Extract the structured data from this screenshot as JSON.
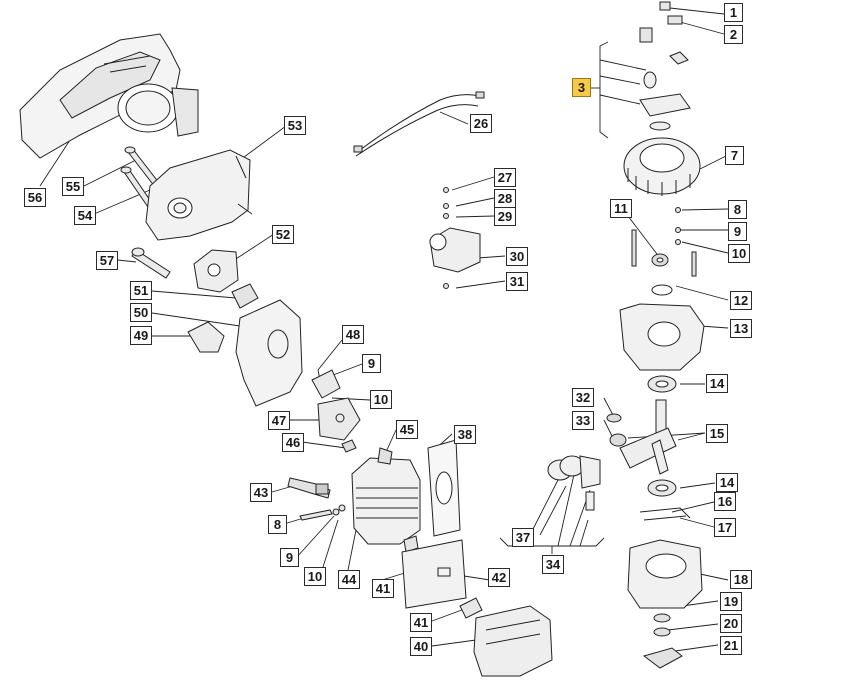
{
  "diagram": {
    "highlight_color": "#f7c948",
    "callouts": [
      {
        "id": "c1",
        "label": "1"
      },
      {
        "id": "c2",
        "label": "2"
      },
      {
        "id": "c3",
        "label": "3",
        "highlighted": true
      },
      {
        "id": "c7",
        "label": "7"
      },
      {
        "id": "c8a",
        "label": "8"
      },
      {
        "id": "c9a",
        "label": "9"
      },
      {
        "id": "c10a",
        "label": "10"
      },
      {
        "id": "c11",
        "label": "11"
      },
      {
        "id": "c12",
        "label": "12"
      },
      {
        "id": "c13",
        "label": "13"
      },
      {
        "id": "c14a",
        "label": "14"
      },
      {
        "id": "c14b",
        "label": "14"
      },
      {
        "id": "c15",
        "label": "15"
      },
      {
        "id": "c16",
        "label": "16"
      },
      {
        "id": "c17",
        "label": "17"
      },
      {
        "id": "c18",
        "label": "18"
      },
      {
        "id": "c19",
        "label": "19"
      },
      {
        "id": "c20",
        "label": "20"
      },
      {
        "id": "c21",
        "label": "21"
      },
      {
        "id": "c26",
        "label": "26"
      },
      {
        "id": "c27",
        "label": "27"
      },
      {
        "id": "c28",
        "label": "28"
      },
      {
        "id": "c29",
        "label": "29"
      },
      {
        "id": "c30",
        "label": "30"
      },
      {
        "id": "c31",
        "label": "31"
      },
      {
        "id": "c32",
        "label": "32"
      },
      {
        "id": "c33",
        "label": "33"
      },
      {
        "id": "c34",
        "label": "34"
      },
      {
        "id": "c37",
        "label": "37"
      },
      {
        "id": "c38",
        "label": "38"
      },
      {
        "id": "c40",
        "label": "40"
      },
      {
        "id": "c41a",
        "label": "41"
      },
      {
        "id": "c41b",
        "label": "41"
      },
      {
        "id": "c42",
        "label": "42"
      },
      {
        "id": "c43",
        "label": "43"
      },
      {
        "id": "c44",
        "label": "44"
      },
      {
        "id": "c45",
        "label": "45"
      },
      {
        "id": "c46",
        "label": "46"
      },
      {
        "id": "c47",
        "label": "47"
      },
      {
        "id": "c48",
        "label": "48"
      },
      {
        "id": "c9b",
        "label": "9"
      },
      {
        "id": "c10b",
        "label": "10"
      },
      {
        "id": "c49",
        "label": "49"
      },
      {
        "id": "c50",
        "label": "50"
      },
      {
        "id": "c51",
        "label": "51"
      },
      {
        "id": "c52",
        "label": "52"
      },
      {
        "id": "c53",
        "label": "53"
      },
      {
        "id": "c54",
        "label": "54"
      },
      {
        "id": "c55",
        "label": "55"
      },
      {
        "id": "c56",
        "label": "56"
      },
      {
        "id": "c57",
        "label": "57"
      },
      {
        "id": "c8b",
        "label": "8"
      },
      {
        "id": "c9c",
        "label": "9"
      },
      {
        "id": "c10c",
        "label": "10"
      }
    ]
  }
}
